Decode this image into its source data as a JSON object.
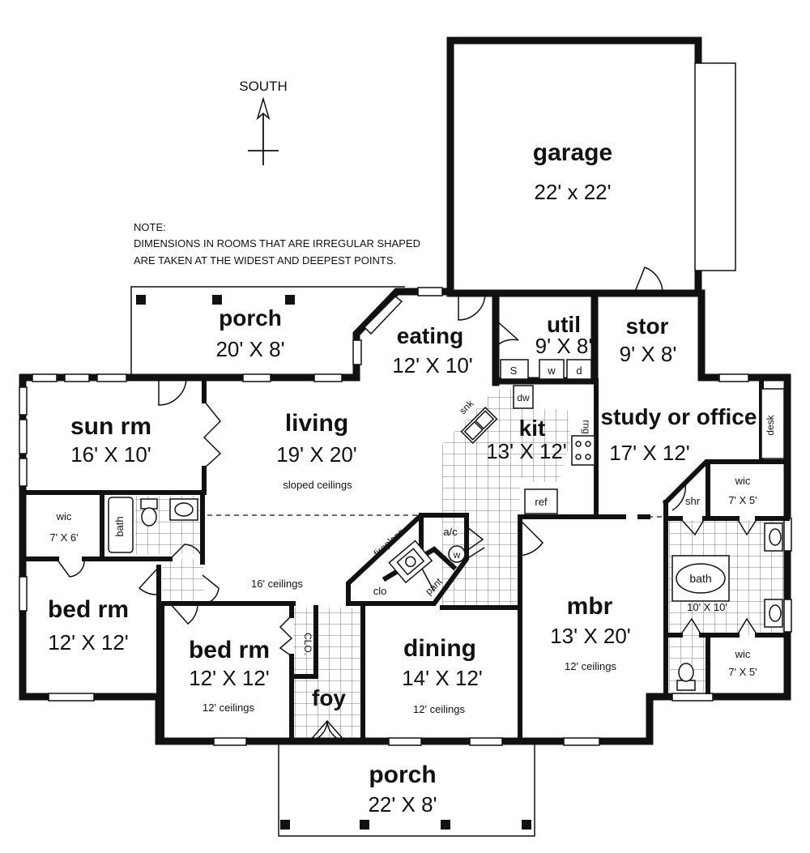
{
  "compass": {
    "label": "SOUTH",
    "icon": "north-arrow-icon"
  },
  "note": {
    "line1": "NOTE:",
    "line2": "DIMENSIONS IN ROOMS THAT ARE IRREGULAR SHAPED",
    "line3": "ARE TAKEN AT THE WIDEST AND DEEPEST POINTS."
  },
  "rooms": {
    "garage": {
      "name": "garage",
      "size": "22' x 22'"
    },
    "porch_back": {
      "name": "porch",
      "size": "20' X 8'"
    },
    "eating": {
      "name": "eating",
      "size": "12' X 10'"
    },
    "util": {
      "name": "util",
      "size": "9' X 8'"
    },
    "stor": {
      "name": "stor",
      "size": "9' X 8'"
    },
    "sun_rm": {
      "name": "sun rm",
      "size": "16' X 10'"
    },
    "living": {
      "name": "living",
      "size": "19' X 20'",
      "note": "sloped ceilings"
    },
    "kit": {
      "name": "kit",
      "size": "13' X 12'"
    },
    "study": {
      "name": "study or office",
      "size": "17' X 12'"
    },
    "wic_left": {
      "name": "wic",
      "size": "7' X 6'"
    },
    "bath_left": {
      "name": "bath"
    },
    "wic_top_right": {
      "name": "wic",
      "size": "7' X 5'"
    },
    "shr": {
      "name": "shr"
    },
    "master_bath": {
      "name": "bath",
      "size": "10' X 10'"
    },
    "wic_bottom_right": {
      "name": "wic",
      "size": "7' X 5'"
    },
    "bed_left": {
      "name": "bed rm",
      "size": "12' X 12'"
    },
    "bed_center": {
      "name": "bed rm",
      "size": "12' X 12'",
      "note": "12' ceilings"
    },
    "hall": {
      "note": "16' ceilings"
    },
    "foy": {
      "name": "foy"
    },
    "dining": {
      "name": "dining",
      "size": "14' X 12'",
      "note": "12' ceilings"
    },
    "mbr": {
      "name": "mbr",
      "size": "13' X 20'",
      "note": "12' ceilings"
    },
    "porch_front": {
      "name": "porch",
      "size": "22' X 8'"
    }
  },
  "fixtures": {
    "sink_util": "S",
    "washer": "w",
    "dryer": "d",
    "dishwasher": "dw",
    "snack": "snk",
    "range": "rng",
    "refrigerator": "ref",
    "fireplace": "fireplace",
    "ac": "a/c",
    "water_heater": "w",
    "pantry": "pant",
    "closet": "clo",
    "closet_bed": "CLO.",
    "desk": "desk"
  }
}
